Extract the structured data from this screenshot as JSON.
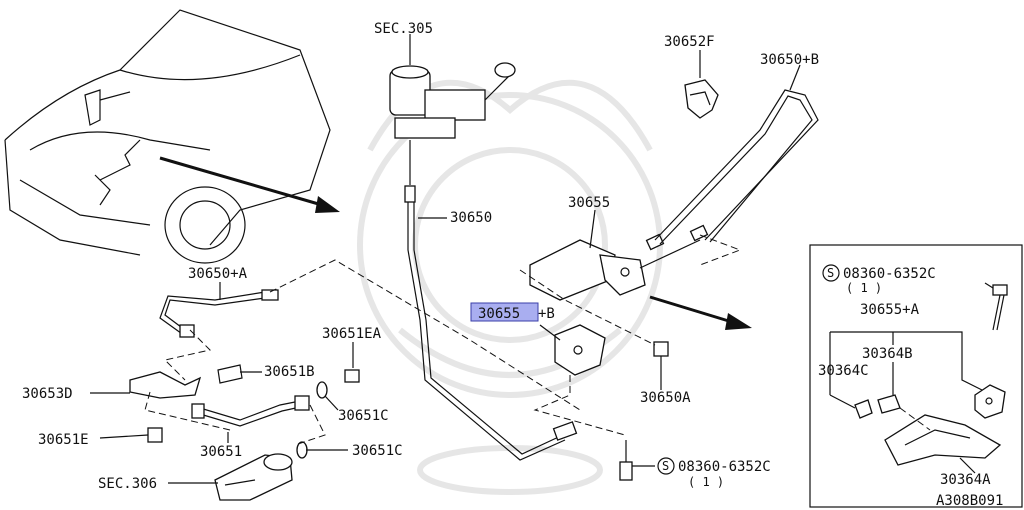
{
  "labels": {
    "sec305": "SEC.305",
    "p30652F": "30652F",
    "p30650B": "30650+B",
    "p30650": "30650",
    "p30655": "30655",
    "p30650A_plus": "30650+A",
    "p30655B_hl": "30655",
    "p30655B_suffix": "+B",
    "p30651EA": "30651EA",
    "p30651B": "30651B",
    "p30653D": "30653D",
    "p30651C_1": "30651C",
    "p30650A": "30650A",
    "p30651E": "30651E",
    "p30651": "30651",
    "p30651C_2": "30651C",
    "sec306": "SEC.306",
    "bolt_bottom": "08360-6352C",
    "bolt_bottom_qty": "( 1 )",
    "inset_bolt": "08360-6352C",
    "inset_bolt_qty": "( 1 )",
    "inset_30655A": "30655+A",
    "inset_30364B": "30364B",
    "inset_30364C": "30364C",
    "inset_30364A": "30364A",
    "diagram_code": "A308B091",
    "s_mark": "S"
  },
  "colors": {
    "highlight": "#a9aef0",
    "highlight_border": "#3a3fa8",
    "line": "#111111",
    "watermark": "#e6e6e6"
  }
}
